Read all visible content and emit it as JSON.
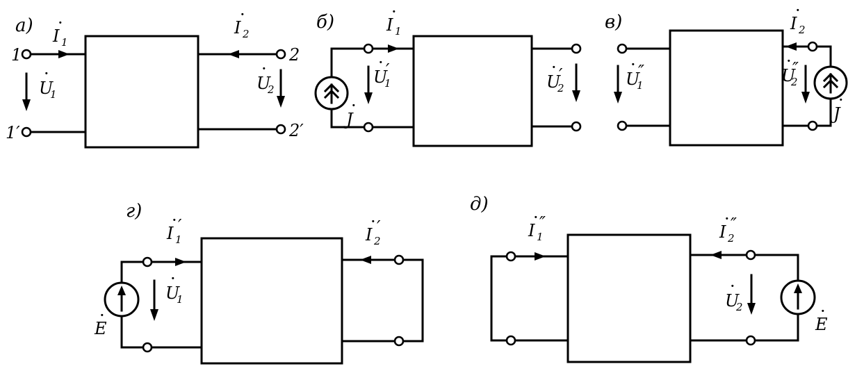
{
  "diagram": {
    "a": {
      "tag": "а)",
      "I1": "I",
      "I1_sub": "1",
      "I2": "I",
      "I2_sub": "2",
      "U1": "U",
      "U1_sub": "1",
      "U2": "U",
      "U2_sub": "2",
      "t1": "1",
      "t1p": "1′",
      "t2": "2",
      "t2p": "2′"
    },
    "b": {
      "tag": "б)",
      "I1": "I",
      "I1_sub": "1",
      "U1": "U",
      "U1_sub": "1",
      "U1_mark": "′",
      "U2": "U",
      "U2_sub": "2",
      "U2_mark": "′",
      "J": "J"
    },
    "v": {
      "tag": "в)",
      "I2": "I",
      "I2_sub": "2",
      "U1": "U",
      "U1_sub": "1",
      "U1_mark": "″",
      "U2": "U",
      "U2_sub": "2",
      "U2_mark": "″",
      "J": "J"
    },
    "g": {
      "tag": "г)",
      "I1": "I",
      "I1_sub": "1",
      "I1_mark": "′",
      "I2": "I",
      "I2_sub": "2",
      "I2_mark": "′",
      "U1": "U",
      "U1_sub": "1",
      "E": "E"
    },
    "d": {
      "tag": "д)",
      "I1": "I",
      "I1_sub": "1",
      "I1_mark": "″",
      "I2": "I",
      "I2_sub": "2",
      "I2_mark": "″",
      "U2": "U",
      "U2_sub": "2",
      "E": "E"
    }
  }
}
